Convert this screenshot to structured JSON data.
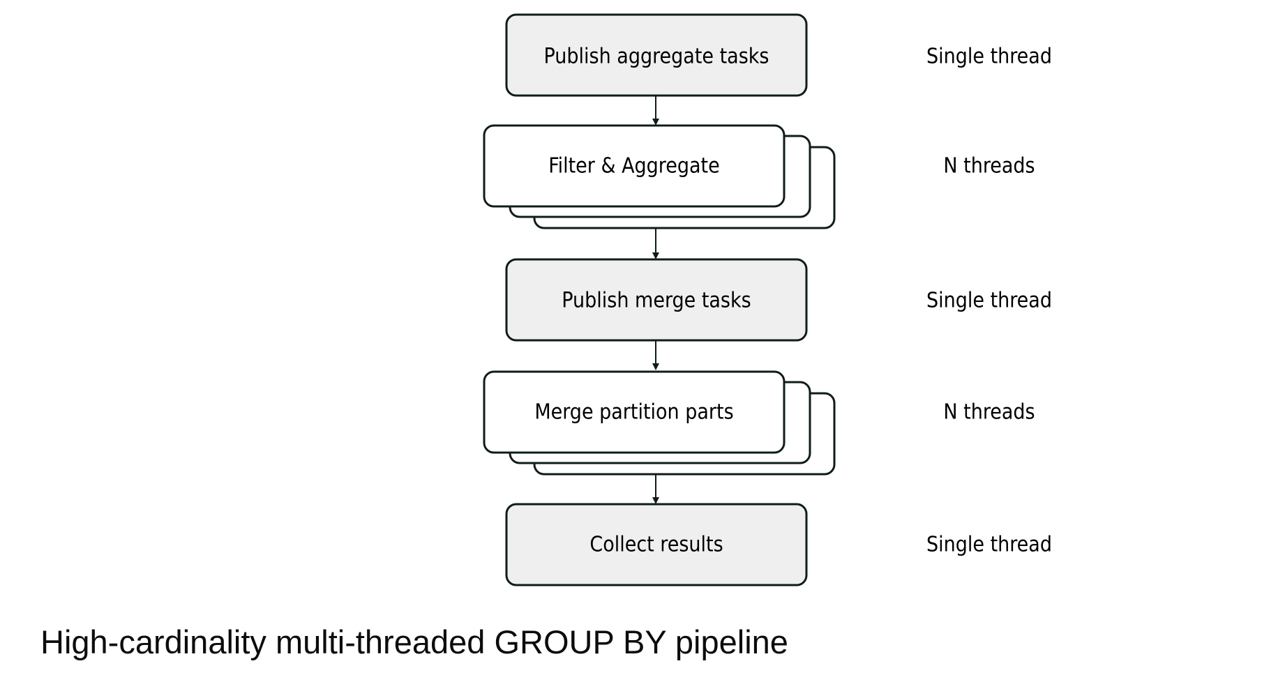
{
  "diagram": {
    "steps": [
      {
        "id": "publish-aggregate",
        "label": "Publish aggregate tasks",
        "kind": "single",
        "fill": "#efefef",
        "threads": "Single thread"
      },
      {
        "id": "filter-aggregate",
        "label": "Filter & Aggregate",
        "kind": "stacked",
        "fill": "#ffffff",
        "threads": "N threads"
      },
      {
        "id": "publish-merge",
        "label": "Publish merge tasks",
        "kind": "single",
        "fill": "#efefef",
        "threads": "Single thread"
      },
      {
        "id": "merge-partition",
        "label": "Merge partition parts",
        "kind": "stacked",
        "fill": "#ffffff",
        "threads": "N threads"
      },
      {
        "id": "collect-results",
        "label": "Collect results",
        "kind": "single",
        "fill": "#efefef",
        "threads": "Single thread"
      }
    ],
    "edges": [
      {
        "from": "publish-aggregate",
        "to": "filter-aggregate"
      },
      {
        "from": "filter-aggregate",
        "to": "publish-merge"
      },
      {
        "from": "publish-merge",
        "to": "merge-partition"
      },
      {
        "from": "merge-partition",
        "to": "collect-results"
      }
    ],
    "stroke_color": "#0f1d1a"
  },
  "caption": "High-cardinality multi-threaded GROUP BY pipeline"
}
